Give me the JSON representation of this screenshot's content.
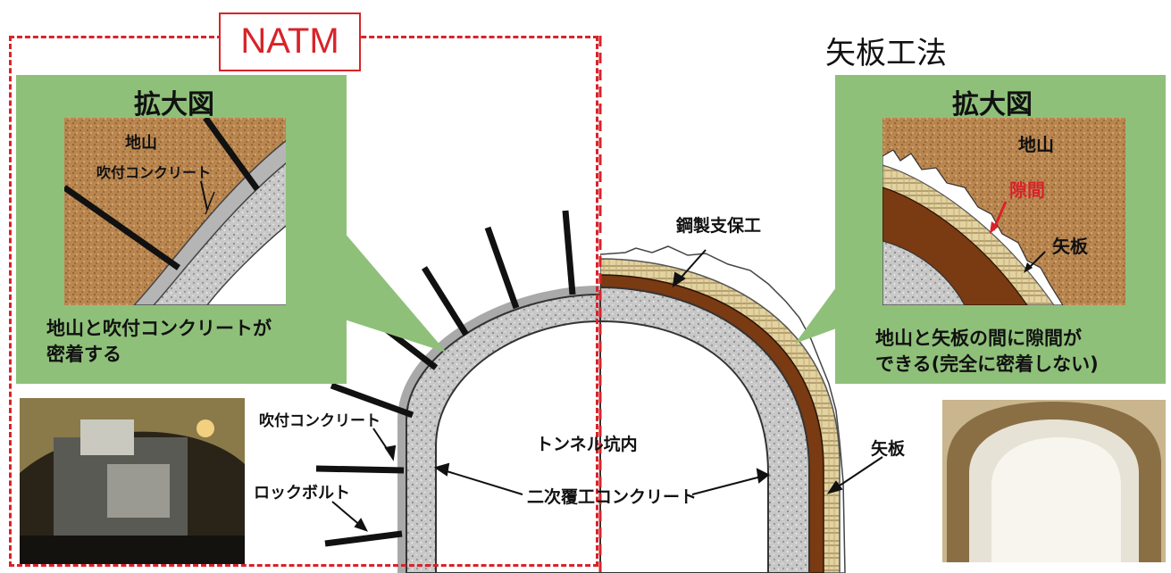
{
  "natm": {
    "title": "NATM",
    "zoom_title": "拡大図",
    "ground_label": "地山",
    "shotcrete_label": "吹付コンクリート",
    "caption_line1": "地山と吹付コンクリートが",
    "caption_line2": "密着する"
  },
  "yaita": {
    "title": "矢板工法",
    "zoom_title": "拡大図",
    "ground_label": "地山",
    "gap_label": "隙間",
    "board_label": "矢板",
    "caption_line1": "地山と矢板の間に隙間が",
    "caption_line2": "できる(完全に密着しない)"
  },
  "main": {
    "shotcrete_label": "吹付コンクリート",
    "rockbolt_label": "ロックボルト",
    "tunnel_inside_label": "トンネル坑内",
    "secondary_lining_label": "二次覆工コンクリート",
    "steel_support_label": "鋼製支保工",
    "board_label": "矢板"
  },
  "colors": {
    "accent_red": "#d8232a",
    "panel_green": "#8fc07a",
    "ground_brown": "#b9834f",
    "steel_brown": "#7a3a12",
    "board_tan": "#e8d9a8",
    "concrete_gray": "#bdbdbd"
  }
}
